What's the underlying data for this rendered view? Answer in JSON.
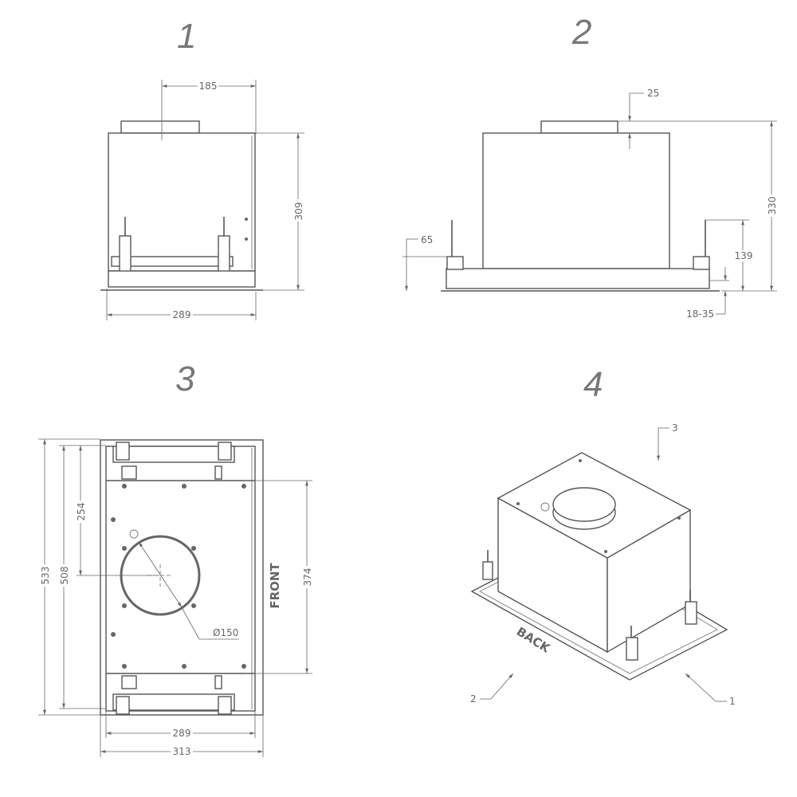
{
  "views": [
    {
      "number": "1",
      "dimensions": {
        "top_width": "185",
        "height": "309",
        "width": "289"
      }
    },
    {
      "number": "2",
      "dimensions": {
        "collar": "25",
        "height": "330",
        "bracket": "139",
        "flange": "65",
        "ceiling_range": "18-35"
      }
    },
    {
      "number": "3",
      "dimensions": {
        "outer_length": "533",
        "inner_length": "508",
        "duct_offset": "254",
        "bracket_span": "374",
        "width": "289",
        "outer_width": "313",
        "duct_diameter": "Ø150"
      },
      "side_label": "FRONT"
    },
    {
      "number": "4",
      "side_label": "BACK",
      "callouts": [
        "3",
        "2",
        "1"
      ]
    }
  ]
}
